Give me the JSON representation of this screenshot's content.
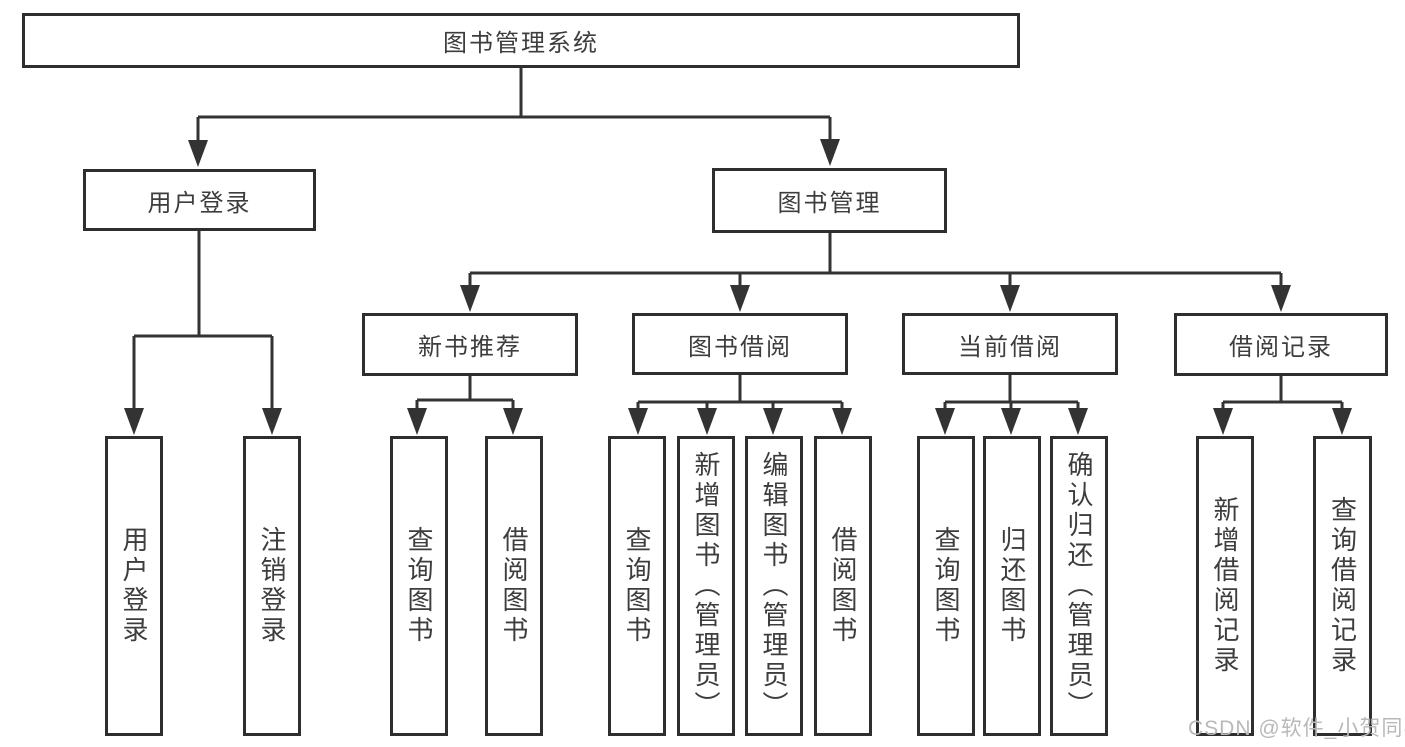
{
  "diagram_title": "图书管理系统",
  "nodes": {
    "root": {
      "label": "图书管理系统"
    },
    "level2": [
      {
        "label": "用户登录"
      },
      {
        "label": "图书管理"
      }
    ],
    "level3": [
      {
        "label": "新书推荐",
        "parent": "图书管理"
      },
      {
        "label": "图书借阅",
        "parent": "图书管理"
      },
      {
        "label": "当前借阅",
        "parent": "图书管理"
      },
      {
        "label": "借阅记录",
        "parent": "图书管理"
      }
    ],
    "leaves": [
      {
        "label": "用户登录",
        "parent": "用户登录"
      },
      {
        "label": "注销登录",
        "parent": "用户登录"
      },
      {
        "label": "查询图书",
        "parent": "新书推荐"
      },
      {
        "label": "借阅图书",
        "parent": "新书推荐"
      },
      {
        "label": "查询图书",
        "parent": "图书借阅"
      },
      {
        "label": "新增图书（管理员）",
        "parent": "图书借阅"
      },
      {
        "label": "编辑图书（管理员）",
        "parent": "图书借阅"
      },
      {
        "label": "借阅图书",
        "parent": "图书借阅"
      },
      {
        "label": "查询图书",
        "parent": "当前借阅"
      },
      {
        "label": "归还图书",
        "parent": "当前借阅"
      },
      {
        "label": "确认归还（管理员）",
        "parent": "当前借阅"
      },
      {
        "label": "新增借阅记录",
        "parent": "借阅记录"
      },
      {
        "label": "查询借阅记录",
        "parent": "借阅记录"
      }
    ]
  },
  "watermark": {
    "text": "CSDN @软件_小贺同学"
  },
  "colors": {
    "line": "#333333",
    "box_border": "#2e2e2e",
    "text": "#3d3d3d",
    "watermark": "#b9b9b9",
    "background": "#ffffff"
  }
}
